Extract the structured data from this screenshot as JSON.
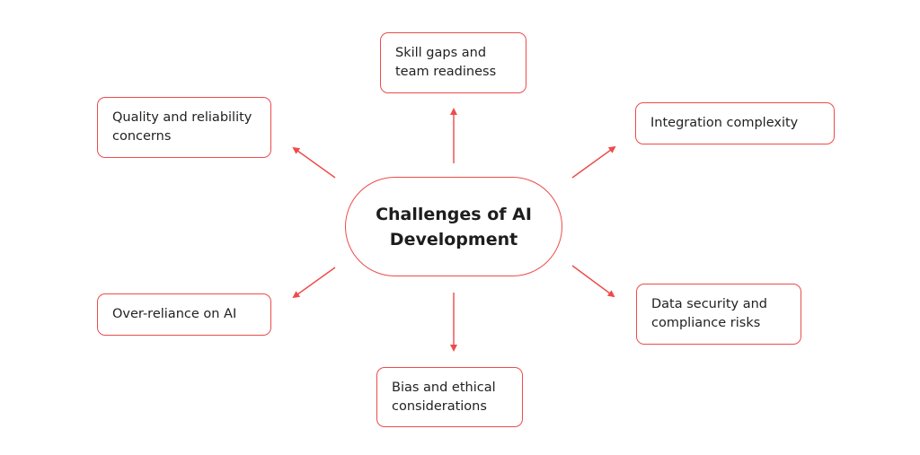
{
  "diagram": {
    "title": "Challenges of AI Development",
    "accent_color": "#ee4b4b",
    "nodes": {
      "skill_gaps": "Skill gaps and team readiness",
      "quality": "Quality and reliability concerns",
      "integration": "Integration complexity",
      "over_reliance": "Over-reliance on AI",
      "data_security": "Data security and compliance risks",
      "bias": "Bias and ethical considerations"
    }
  }
}
